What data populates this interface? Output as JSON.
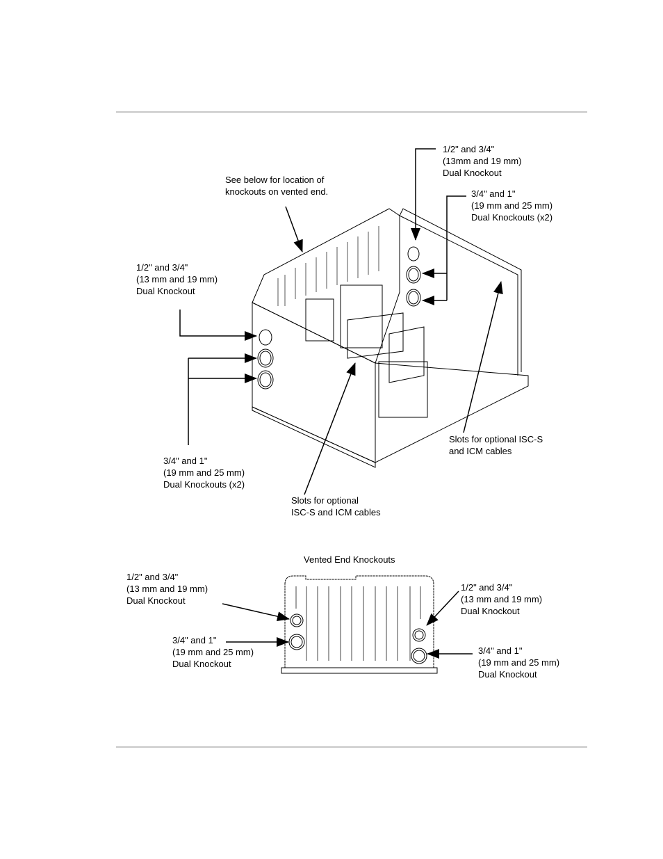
{
  "callouts": {
    "top_right_small": [
      "1/2\" and 3/4\"",
      "(13mm and 19 mm)",
      "Dual Knockout"
    ],
    "see_below": [
      "See below for location of",
      "knockouts on vented end."
    ],
    "top_right_large": [
      "3/4\" and 1\"",
      "(19 mm and 25 mm)",
      "Dual Knockouts (x2)"
    ],
    "left_small": [
      "1/2\" and 3/4\"",
      "(13 mm and 19 mm)",
      "Dual Knockout"
    ],
    "left_large": [
      "3/4\" and 1\"",
      "(19 mm and 25 mm)",
      "Dual Knockouts (x2)"
    ],
    "slots_right": [
      "Slots for optional ISC-S",
      "and ICM cables"
    ],
    "slots_center": [
      "Slots for optional",
      "ISC-S and ICM cables"
    ]
  },
  "vented_end": {
    "title": "Vented End Knockouts",
    "left_small": [
      "1/2\" and 3/4\"",
      "(13 mm and 19 mm)",
      "Dual Knockout"
    ],
    "right_small": [
      "1/2\" and 3/4\"",
      "(13 mm and 19 mm)",
      "Dual Knockout"
    ],
    "left_large": [
      "3/4\" and 1\"",
      "(19 mm and 25 mm)",
      "Dual Knockout"
    ],
    "right_large": [
      "3/4\" and 1\"",
      "(19 mm and 25 mm)",
      "Dual Knockout"
    ]
  }
}
